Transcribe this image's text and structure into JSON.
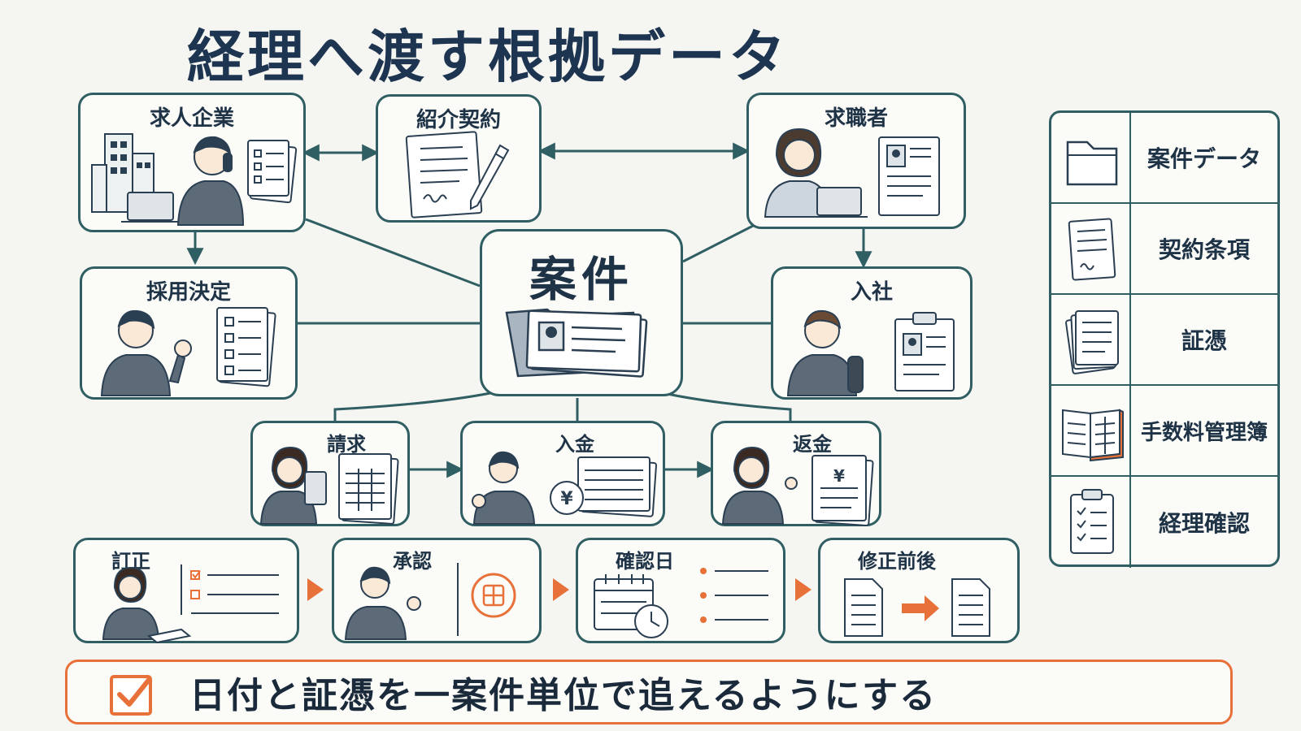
{
  "title": "経理へ渡す根拠データ",
  "center": {
    "label": "案件"
  },
  "nodes": {
    "company": "求人企業",
    "contract": "紹介契約",
    "seeker": "求職者",
    "hire": "採用決定",
    "join": "入社",
    "billing": "請求",
    "payment": "入金",
    "refund": "返金"
  },
  "process": [
    {
      "label": "訂正"
    },
    {
      "label": "承認"
    },
    {
      "label": "確認日"
    },
    {
      "label": "修正前後"
    }
  ],
  "legend": [
    {
      "icon": "folder-icon",
      "label": "案件データ"
    },
    {
      "icon": "contract-document-icon",
      "label": "契約条項"
    },
    {
      "icon": "receipt-stack-icon",
      "label": "証憑"
    },
    {
      "icon": "ledger-book-icon",
      "label": "手数料管理簿"
    },
    {
      "icon": "clipboard-checklist-icon",
      "label": "経理確認"
    }
  ],
  "banner": {
    "text": "日付と証憑を一案件単位で追えるようにする"
  },
  "colors": {
    "border": "#2f5e63",
    "accent": "#e8713a",
    "title": "#1d3550",
    "background": "#f5f5f2"
  }
}
